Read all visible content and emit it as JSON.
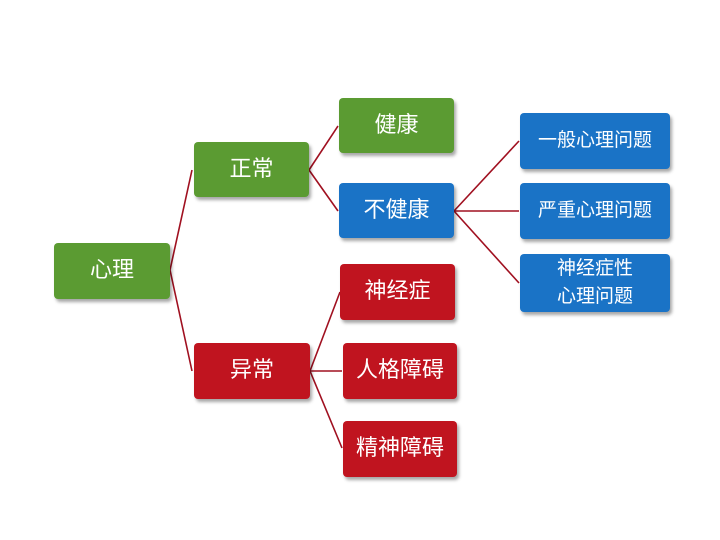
{
  "colors": {
    "normal": "#5b9b32",
    "unhealthy": "#1a73c6",
    "abnormal": "#c0141f",
    "connector": "#a01020"
  },
  "root": {
    "label": "心理"
  },
  "normal": {
    "label": "正常",
    "healthy": {
      "label": "健康"
    },
    "unhealthy": {
      "label": "不健康",
      "children": [
        {
          "label": "一般心理问题"
        },
        {
          "label": "严重心理问题"
        },
        {
          "label": "神经症性\n心理问题"
        }
      ]
    }
  },
  "abnormal": {
    "label": "异常",
    "children": [
      {
        "label": "神经症"
      },
      {
        "label": "人格障碍"
      },
      {
        "label": "精神障碍"
      }
    ]
  }
}
